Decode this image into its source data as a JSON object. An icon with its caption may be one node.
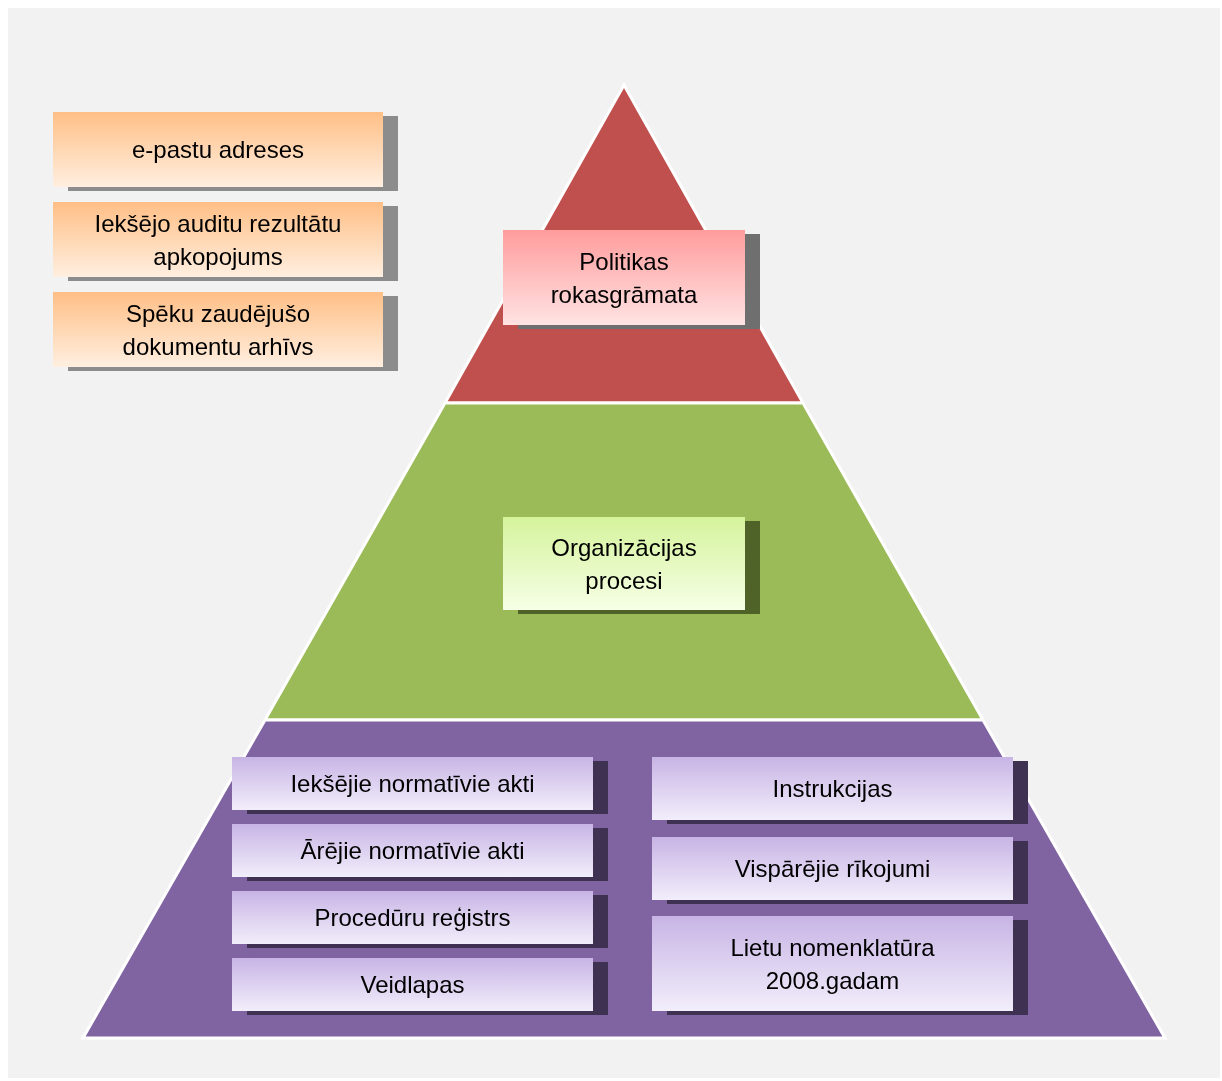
{
  "diagram": {
    "nodes": [
      {
        "text": [
          "e-pastu adreses"
        ]
      },
      {
        "text": [
          "Iekšējo auditu rezultātu apkopojums"
        ]
      },
      {
        "text": [
          "Spēku zaudējušo dokumentu arhīvs"
        ]
      },
      {
        "text": [],
        "shape": "triangle"
      },
      {
        "text": [
          "Politikas rokasgrāmata"
        ],
        "in": 3
      },
      {
        "text": [],
        "shape": "trapezoid"
      },
      {
        "text": [
          "Organizācijas procesi"
        ],
        "in": 5
      },
      {
        "text": [],
        "shape": "trapezoid"
      },
      {
        "text": [
          "Iekšējie normatīvie akti"
        ],
        "in": 7
      },
      {
        "text": [
          "Ārējie normatīvie akti"
        ],
        "in": 7
      },
      {
        "text": [
          "Procedūru reģistrs"
        ],
        "in": 7
      },
      {
        "text": [
          "Veidlapas"
        ],
        "in": 7
      },
      {
        "text": [
          "Instrukcijas"
        ],
        "in": 7
      },
      {
        "text": [
          "Vispārējie rīkojumi"
        ],
        "in": 7
      },
      {
        "text": [
          "Lietu nomenklatūra 2008.gadam"
        ],
        "in": 7
      }
    ],
    "edges": []
  }
}
